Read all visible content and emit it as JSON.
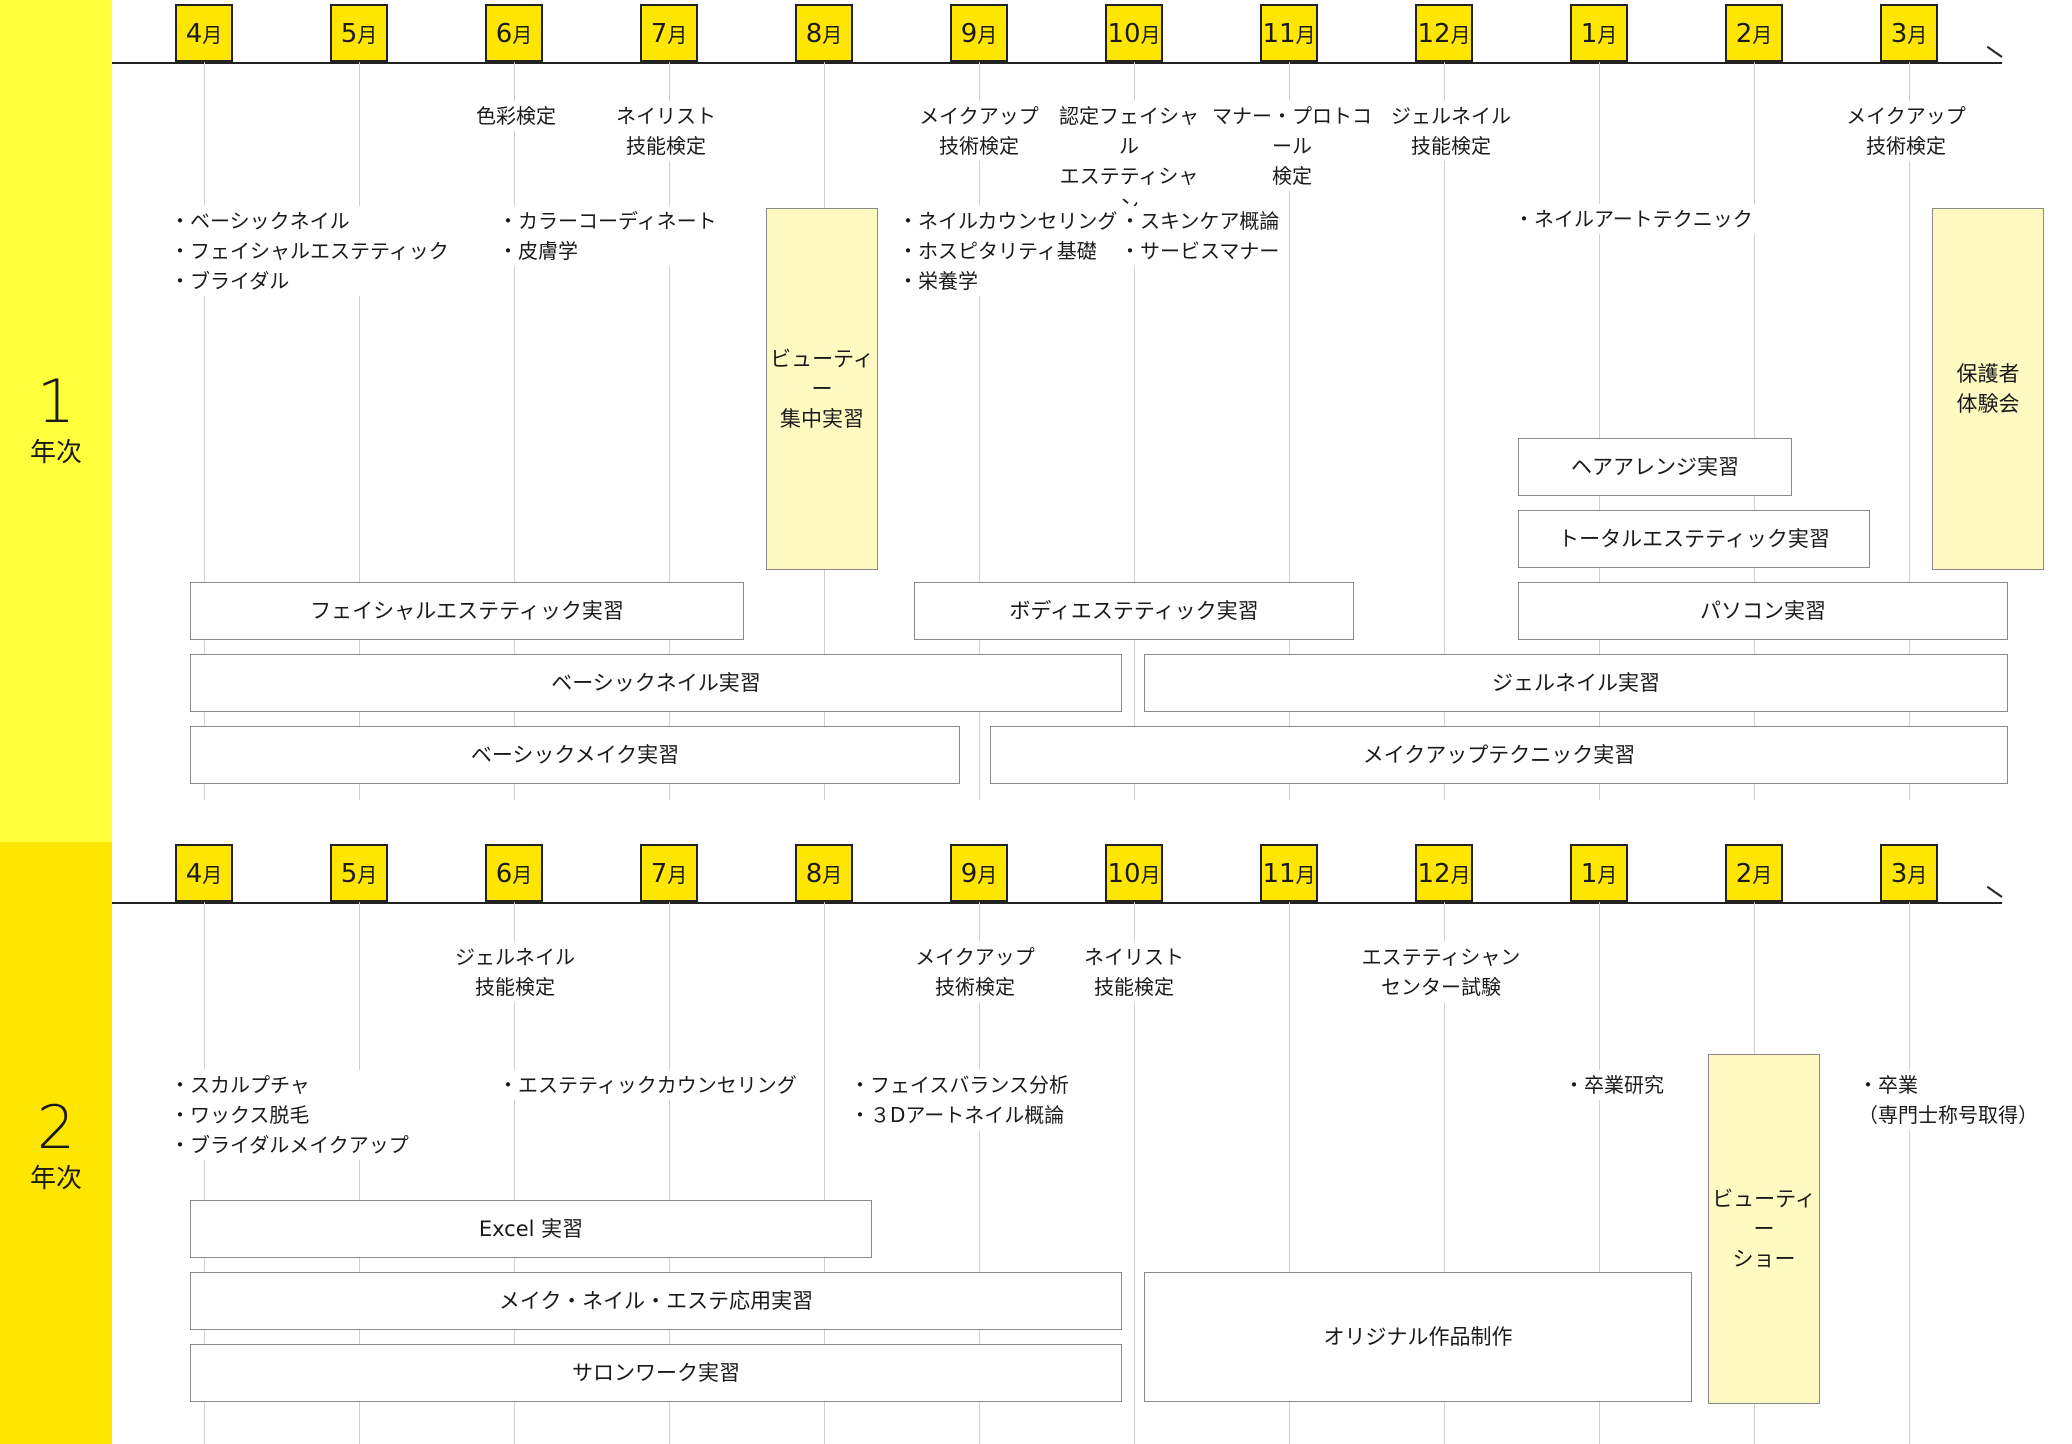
{
  "colors": {
    "year1_band": "#ffff3c",
    "year2_band": "#ffe600",
    "month_box": "#ffe600",
    "event_box": "#fff9c2",
    "bar_border": "#8a8a8a"
  },
  "year1": {
    "number": "1",
    "label": "年次",
    "months": [
      "4",
      "5",
      "6",
      "7",
      "8",
      "9",
      "10",
      "11",
      "12",
      "1",
      "2",
      "3"
    ],
    "month_suffix": "月",
    "exams": [
      "色彩検定",
      "ネイリスト\n技能検定",
      "メイクアップ\n技術検定",
      "認定フェイシャル\nエステティシャン",
      "マナー・プロトコール\n検定",
      "ジェルネイル\n技能検定",
      "メイクアップ\n技術検定"
    ],
    "topics": [
      "・ベーシックネイル\n・フェイシャルエステティック\n・ブライダル",
      "・カラーコーディネート\n・皮膚学",
      "・ネイルカウンセリング\n・ホスピタリティ基礎\n・栄養学",
      "・スキンケア概論\n・サービスマナー",
      "・ネイルアートテクニック"
    ],
    "events": [
      "ビューティー\n集中実習",
      "保護者\n体験会"
    ],
    "bars": [
      "ヘアアレンジ実習",
      "トータルエステティック実習",
      "フェイシャルエステティック実習",
      "ボディエステティック実習",
      "パソコン実習",
      "ベーシックネイル実習",
      "ジェルネイル実習",
      "ベーシックメイク実習",
      "メイクアップテクニック実習"
    ]
  },
  "year2": {
    "number": "2",
    "label": "年次",
    "months": [
      "4",
      "5",
      "6",
      "7",
      "8",
      "9",
      "10",
      "11",
      "12",
      "1",
      "2",
      "3"
    ],
    "month_suffix": "月",
    "exams": [
      "ジェルネイル\n技能検定",
      "メイクアップ\n技術検定",
      "ネイリスト\n技能検定",
      "エステティシャン\nセンター試験"
    ],
    "topics": [
      "・スカルプチャ\n・ワックス脱毛\n・ブライダルメイクアップ",
      "・エステティックカウンセリング",
      "・フェイスバランス分析\n・３Dアートネイル概論",
      "・卒業研究",
      "・卒業\n（専門士称号取得）"
    ],
    "events": [
      "ビューティー\nショー"
    ],
    "bars": [
      "Excel 実習",
      "メイク・ネイル・エステ応用実習",
      "サロンワーク実習",
      "オリジナル作品制作"
    ]
  }
}
